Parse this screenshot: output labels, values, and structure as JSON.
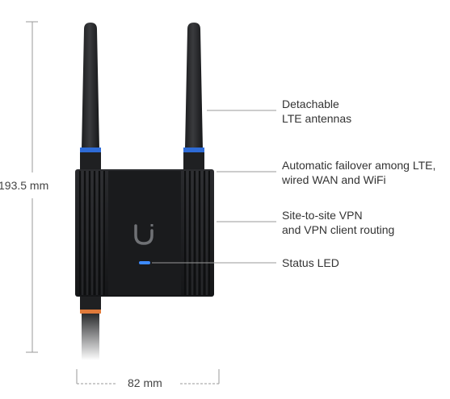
{
  "dimensions": {
    "height_label": "193.5 mm",
    "width_label": "82 mm"
  },
  "callouts": [
    {
      "line1": "Detachable",
      "line2": "LTE antennas"
    },
    {
      "line1": "Automatic failover among LTE,",
      "line2": "wired WAN and WiFi"
    },
    {
      "line1": "Site-to-site VPN",
      "line2": "and VPN client routing"
    },
    {
      "line1": "Status LED",
      "line2": ""
    }
  ],
  "colors": {
    "device_body": "#1d1e20",
    "antenna": "#2a2b2d",
    "top_ring": "#2e6bd6",
    "bottom_ring": "#e07a3a",
    "status_led": "#3d8bff",
    "leader_line": "#9a9a9a"
  },
  "icons": {
    "logo": "ubiquiti-u-logo"
  }
}
